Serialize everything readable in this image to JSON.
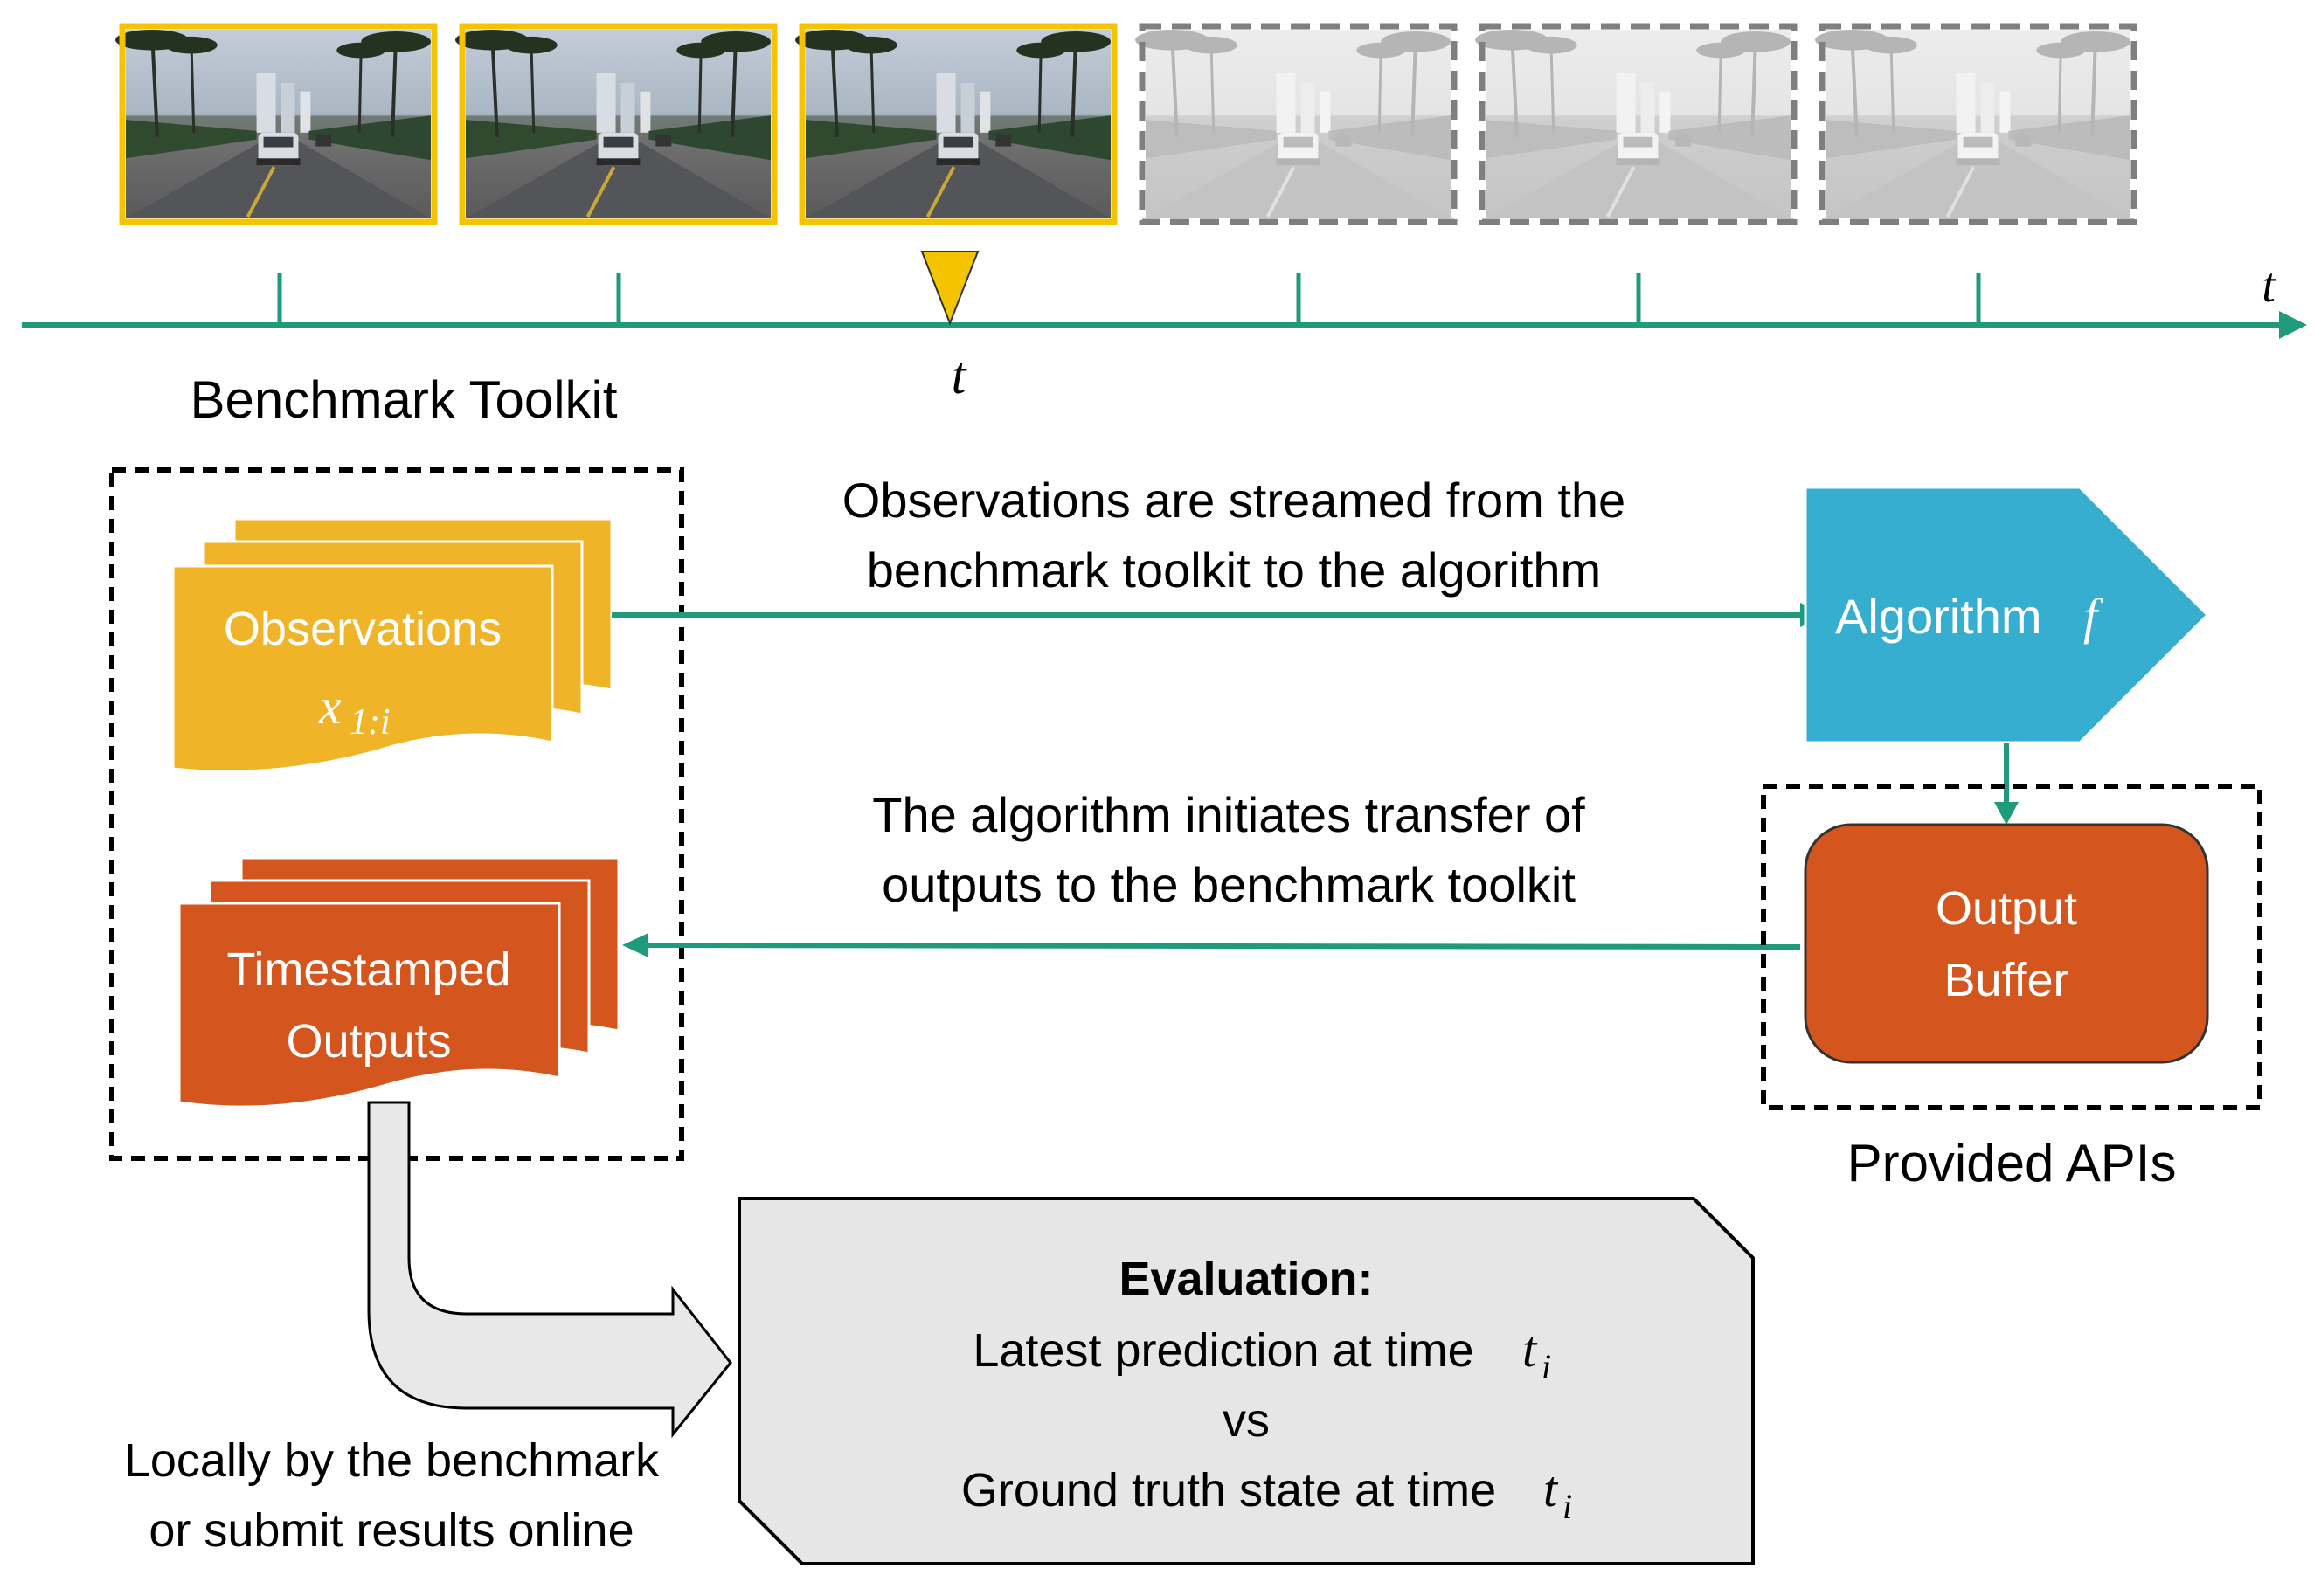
{
  "timeline": {
    "axis_symbol": "t",
    "current_marker_label": "t",
    "frames_received": 3,
    "frames_total": 6,
    "colors": {
      "axis": "#1f9a7a",
      "received": "#f5c400",
      "pending": "#7f7f7f",
      "marker": "#f5c400"
    }
  },
  "toolkit": {
    "title": "Benchmark Toolkit",
    "observations": {
      "label": "Observations",
      "math_var": "x",
      "math_sub": "1:i",
      "color": "#f0b429"
    },
    "outputs": {
      "line1": "Timestamped",
      "line2": "Outputs",
      "color": "#d4561e"
    }
  },
  "stream_top": {
    "line1": "Observations are streamed from the",
    "line2": "benchmark toolkit to the algorithm"
  },
  "stream_bottom": {
    "line1": "The algorithm initiates transfer of",
    "line2": "outputs to the benchmark toolkit"
  },
  "algorithm": {
    "label": "Algorithm",
    "symbol": "f",
    "color": "#36aed0"
  },
  "apis": {
    "title": "Provided APIs",
    "buffer": {
      "line1": "Output",
      "line2": "Buffer",
      "color": "#d4561e"
    }
  },
  "evaluation": {
    "heading": "Evaluation:",
    "line1": "Latest prediction at time",
    "vs": "vs",
    "line3": "Ground truth state at time",
    "time_var": "t",
    "time_sub": "i",
    "color": "#e6e6e6"
  },
  "submission": {
    "line1": "Locally by the benchmark",
    "line2": "or submit results online"
  }
}
